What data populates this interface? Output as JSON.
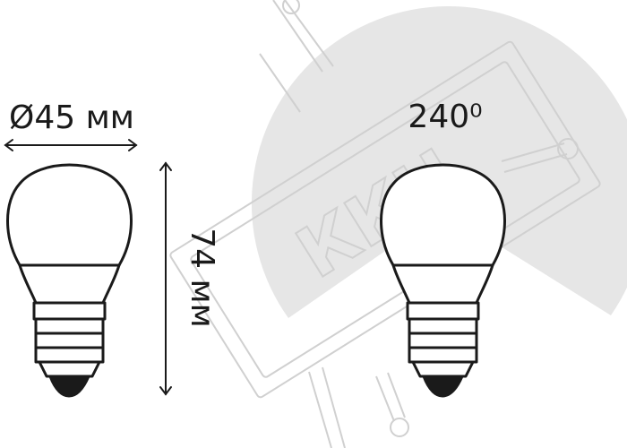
{
  "labels": {
    "diameter": "Ø45 мм",
    "height": "74 мм",
    "beam_angle": "240⁰"
  },
  "watermark": {
    "text": "ККЦ"
  },
  "colors": {
    "ink": "#1a1a1a",
    "beam_fill": "#e6e6e6",
    "watermark_line": "#d0d0d0",
    "background": "#ffffff"
  },
  "icons": [
    "bulb-icon",
    "bulb-icon",
    "dimension-arrow-icon",
    "beam-angle-sector-icon",
    "watermark-logo-icon"
  ]
}
